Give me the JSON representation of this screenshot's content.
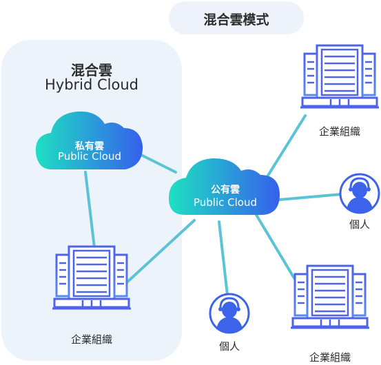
{
  "title": "混合雲模式",
  "hybrid": {
    "zh": "混合雲",
    "en": "Hybrid Cloud"
  },
  "private_cloud": {
    "zh": "私有雲",
    "en": "Public Cloud"
  },
  "public_cloud": {
    "zh": "公有雲",
    "en": "Public Cloud"
  },
  "enterprise_label": "企業組織",
  "person_label": "個人",
  "colors": {
    "connector": "#5bc3d6",
    "building": "#4d63ea",
    "panel_bg": "#edf3fb",
    "cloud_start": "#1ee0c2",
    "cloud_end": "#3560ec"
  }
}
